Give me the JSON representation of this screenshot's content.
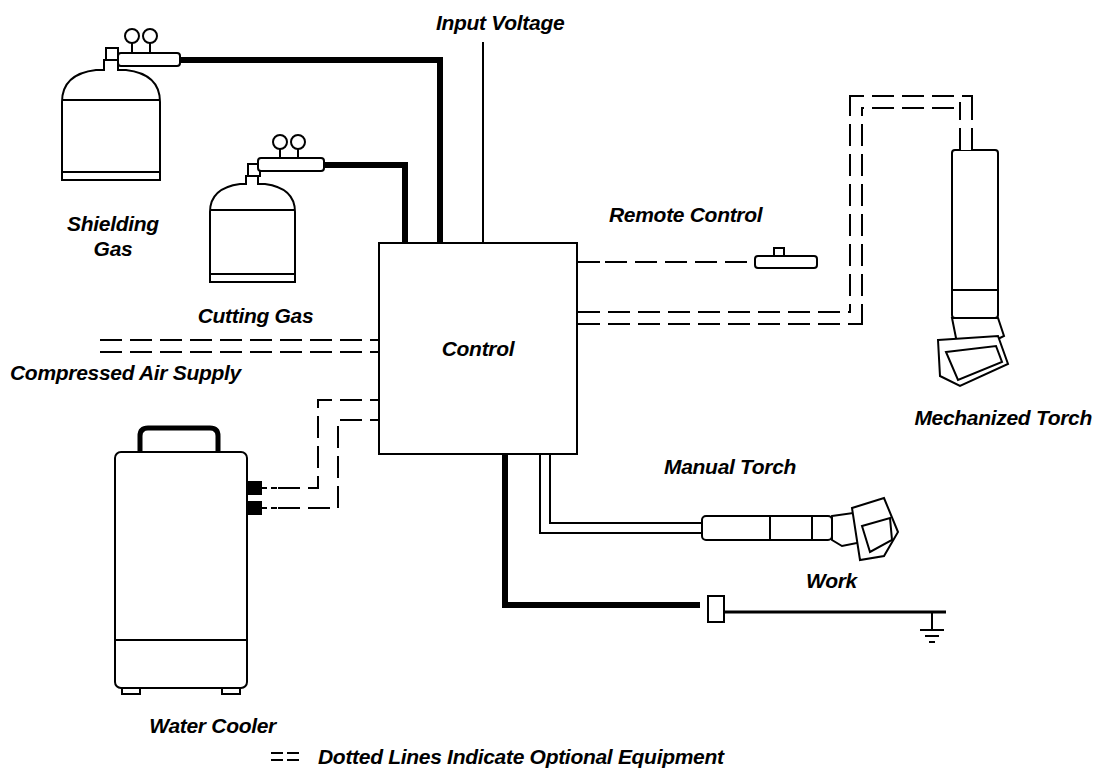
{
  "diagram": {
    "nodes": [
      {
        "text": [
          "Shielding Gas"
        ]
      },
      {
        "text": [
          "Cutting Gas"
        ]
      },
      {
        "text": [
          "Control"
        ]
      },
      {
        "text": [
          "Remote Control"
        ]
      },
      {
        "text": [
          "Mechanized Torch"
        ]
      },
      {
        "text": [
          "Manual Torch"
        ]
      },
      {
        "text": [
          "Water Cooler"
        ]
      },
      {
        "text": [
          "Work"
        ]
      }
    ],
    "edges": [
      {
        "from": 0,
        "to": 2,
        "arrow": "none"
      },
      {
        "from": 1,
        "to": 2,
        "arrow": "none"
      },
      {
        "from": 2,
        "to": 3,
        "arrow": "none"
      },
      {
        "from": 2,
        "to": 4,
        "arrow": "none"
      },
      {
        "from": 2,
        "to": 5,
        "arrow": "none"
      },
      {
        "from": 2,
        "to": 7,
        "arrow": "none"
      },
      {
        "from": 6,
        "to": 2,
        "arrow": "none"
      },
      {
        "from": 6,
        "to": 2,
        "arrow": "none"
      }
    ],
    "labels": [
      "Input Voltage",
      "Compressed Air Supply"
    ],
    "legend": [
      {
        "text": "Dotted Lines Indicate Optional Equipment"
      }
    ]
  }
}
